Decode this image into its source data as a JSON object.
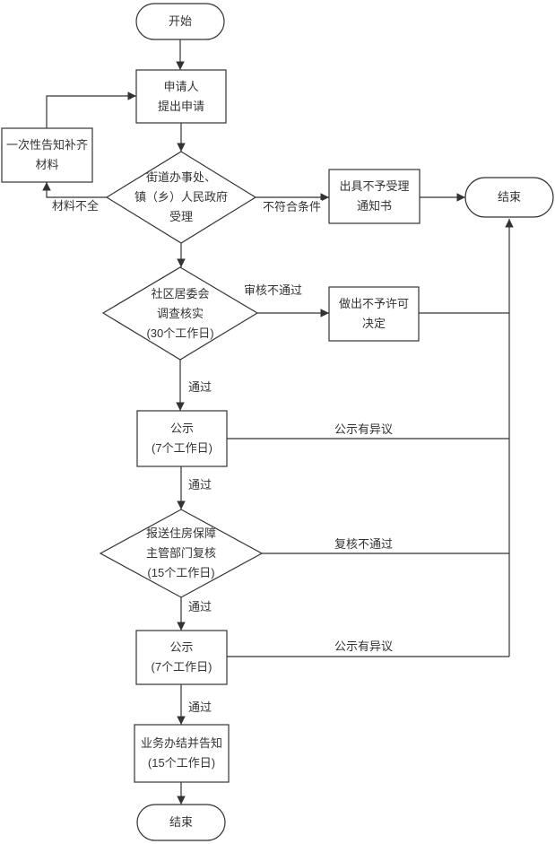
{
  "flowchart": {
    "nodes": {
      "start": "开始",
      "apply": "申请人\n提出申请",
      "notify_materials": "一次性告知补齐\n材料",
      "street_accept": "街道办事处、\n镇（乡）人民政府\n受理",
      "reject_notice": "出具不予受理\n通知书",
      "end_top": "结束",
      "community_verify": "社区居委会\n调查核实\n(30个工作日)",
      "deny_decision": "做出不予许可\n决定",
      "publicity1": "公示\n(7个工作日)",
      "review": "报送住房保障\n主管部门复核\n(15个工作日)",
      "publicity2": "公示\n(7个工作日)",
      "complete": "业务办结并告知\n(15个工作日)",
      "end_bottom": "结束"
    },
    "edge_labels": {
      "materials_incomplete": "材料不全",
      "not_qualified": "不符合条件",
      "review_failed": "审核不通过",
      "pass1": "通过",
      "publicity_objection1": "公示有异议",
      "pass2": "通过",
      "recheck_failed": "复核不通过",
      "pass3": "通过",
      "publicity_objection2": "公示有异议",
      "pass4": "通过"
    },
    "colors": {
      "line": "#333333",
      "text": "#333333",
      "shape_fill": "#ffffff"
    }
  }
}
